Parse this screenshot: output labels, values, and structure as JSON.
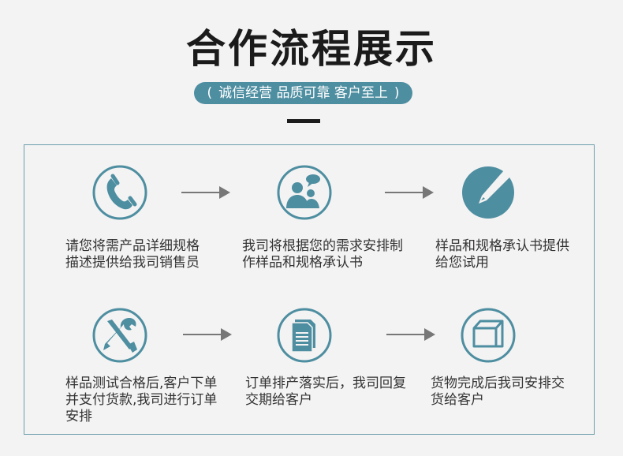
{
  "header": {
    "title": "合作流程展示",
    "subtitle_open": "(",
    "subtitle": "诚信经营  品质可靠  客户至上",
    "subtitle_close": ")"
  },
  "steps": [
    {
      "icon": "phone-icon",
      "text_line1": "请您将需产品详细规格",
      "text_line2": "描述提供给我司销售员",
      "text_line3": ""
    },
    {
      "icon": "team-chat-icon",
      "text_line1": "我司将根据您的需求安排制",
      "text_line2": "作样品和规格承认书",
      "text_line3": ""
    },
    {
      "icon": "pen-icon",
      "text_line1": "样品和规格承认书提供",
      "text_line2": "给您试用",
      "text_line3": ""
    },
    {
      "icon": "tools-icon",
      "text_line1": "样品测试合格后,客户下单",
      "text_line2": "并支付货款,我司进行订单",
      "text_line3": "安排"
    },
    {
      "icon": "documents-icon",
      "text_line1": "订单排产落实后，我司回复",
      "text_line2": "交期给客户",
      "text_line3": ""
    },
    {
      "icon": "box-icon",
      "text_line1": "货物完成后我司安排交",
      "text_line2": "货给客户",
      "text_line3": ""
    }
  ],
  "colors": {
    "accent": "#4e8ea1",
    "frame_border": "#6a9eab",
    "arrow": "#777777",
    "background": "#f4f3f3",
    "title": "#1b1b1b"
  }
}
